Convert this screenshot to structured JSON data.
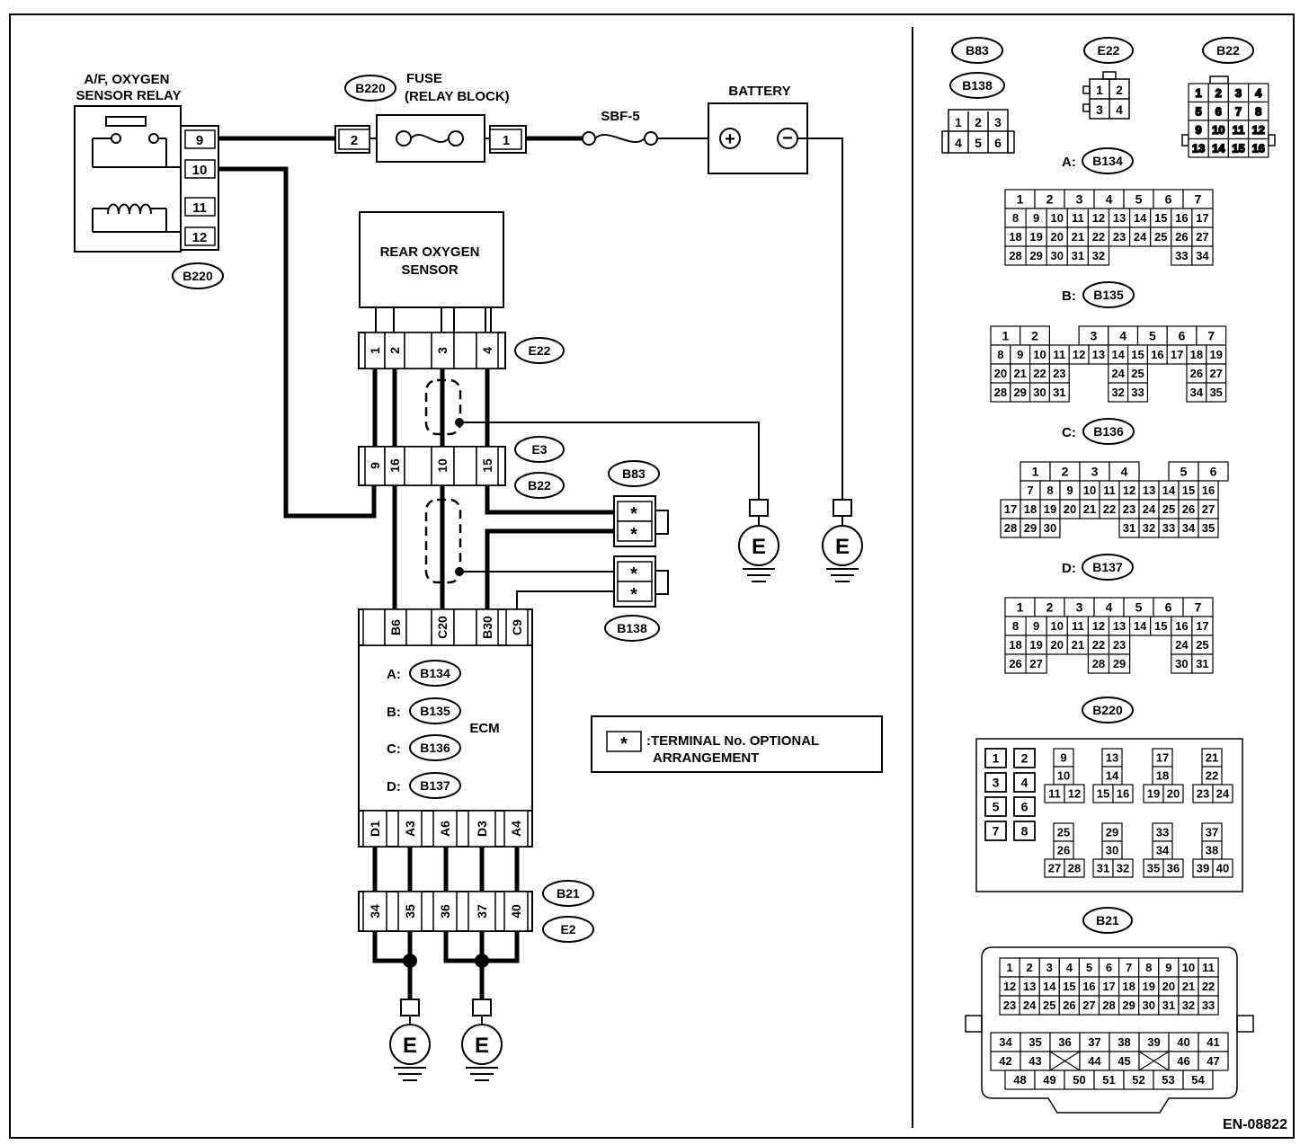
{
  "relay": {
    "title1": "A/F, OXYGEN",
    "title2": "SENSOR RELAY",
    "pins": [
      "9",
      "10",
      "11",
      "12"
    ],
    "connector": "B220"
  },
  "fuse": {
    "title1": "FUSE",
    "title2": "(RELAY BLOCK)",
    "connector": "B220",
    "pin_left": "2",
    "pin_right": "1"
  },
  "sbf": "SBF-5",
  "battery": {
    "label": "BATTERY",
    "plus": "+",
    "minus": "−"
  },
  "sensor": {
    "line1": "REAR OXYGEN",
    "line2": "SENSOR"
  },
  "e22_conn": {
    "tag": "E22",
    "pins": [
      "1",
      "2",
      "",
      "3",
      "",
      "4"
    ]
  },
  "e3_conn": {
    "tag1": "E3",
    "tag2": "B22",
    "pins": [
      "9",
      "16",
      "",
      "10",
      "",
      "15"
    ]
  },
  "optional": {
    "b83": "B83",
    "b138": "B138",
    "star": "*"
  },
  "ground": "E",
  "ecm": {
    "label": "ECM",
    "top_pins": [
      "",
      "B6",
      "",
      "C20",
      "",
      "B30",
      "C9"
    ],
    "bottom_pins": [
      "D1",
      "A3",
      "A6",
      "D3",
      "A4"
    ],
    "connectors": [
      {
        "letter": "A:",
        "tag": "B134"
      },
      {
        "letter": "B:",
        "tag": "B135"
      },
      {
        "letter": "C:",
        "tag": "B136"
      },
      {
        "letter": "D:",
        "tag": "B137"
      }
    ]
  },
  "b21_conn": {
    "tag1": "B21",
    "tag2": "E2",
    "pins": [
      "34",
      "35",
      "36",
      "37",
      "40"
    ]
  },
  "legend": {
    "star": "*",
    "line1": ":TERMINAL No. OPTIONAL",
    "line2": "ARRANGEMENT"
  },
  "footer": "EN-08822",
  "right": {
    "b83": "B83",
    "b138": "B138",
    "b83_rows": [
      [
        "1",
        "2",
        "3"
      ],
      [
        "4",
        "5",
        "6"
      ]
    ],
    "e22": "E22",
    "e22_rows": [
      [
        "1",
        "2"
      ],
      [
        "3",
        "4"
      ]
    ],
    "b22": "B22",
    "b22_rows": [
      [
        "1",
        "2",
        "3",
        "4"
      ],
      [
        "5",
        "6",
        "7",
        "8"
      ],
      [
        "9",
        "10",
        "11",
        "12"
      ],
      [
        "13",
        "14",
        "15",
        "16"
      ]
    ],
    "a_prefix": "A:",
    "a_tag": "B134",
    "a_rows": [
      [
        "1",
        "2",
        "3",
        "4",
        "5",
        "6",
        "7"
      ],
      [
        "8",
        "9",
        "10",
        "11",
        "12",
        "13",
        "14",
        "15",
        "16",
        "17"
      ],
      [
        "18",
        "19",
        "20",
        "21",
        "22",
        "23",
        "24",
        "25",
        "26",
        "27"
      ],
      [
        "28",
        "29",
        "30",
        "31",
        "32",
        "",
        "",
        "",
        "33",
        "34"
      ]
    ],
    "b_prefix": "B:",
    "b_tag": "B135",
    "b_rows": [
      [
        "1",
        "2",
        "",
        "3",
        "4",
        "5",
        "6",
        "7"
      ],
      [
        "8",
        "9",
        "10",
        "11",
        "12",
        "13",
        "14",
        "15",
        "16",
        "17",
        "18",
        "19"
      ],
      [
        "20",
        "21",
        "22",
        "23",
        "",
        "",
        "24",
        "25",
        "",
        "",
        "26",
        "27"
      ],
      [
        "28",
        "29",
        "30",
        "31",
        "",
        "",
        "32",
        "33",
        "",
        "",
        "34",
        "35"
      ]
    ],
    "c_prefix": "C:",
    "c_tag": "B136",
    "c_rows": [
      [
        "",
        "1",
        "2",
        "3",
        "4",
        "",
        "5",
        "6"
      ],
      [
        "",
        "7",
        "8",
        "9",
        "10",
        "11",
        "12",
        "13",
        "14",
        "15",
        "16"
      ],
      [
        "17",
        "18",
        "19",
        "20",
        "21",
        "22",
        "23",
        "24",
        "25",
        "26",
        "27"
      ],
      [
        "28",
        "29",
        "30",
        "",
        "",
        "",
        "31",
        "32",
        "33",
        "34",
        "35"
      ]
    ],
    "d_prefix": "D:",
    "d_tag": "B137",
    "d_rows": [
      [
        "1",
        "2",
        "3",
        "4",
        "5",
        "6",
        "7"
      ],
      [
        "8",
        "9",
        "10",
        "11",
        "12",
        "13",
        "14",
        "15",
        "16",
        "17"
      ],
      [
        "18",
        "19",
        "20",
        "21",
        "22",
        "23",
        "",
        "",
        "24",
        "25"
      ],
      [
        "26",
        "27",
        "",
        "",
        "28",
        "29",
        "",
        "",
        "30",
        "31"
      ]
    ],
    "b220": "B220",
    "b220_pins": [
      "1",
      "2",
      "3",
      "4",
      "5",
      "6",
      "7",
      "8",
      "9",
      "10",
      "11",
      "12",
      "13",
      "14",
      "15",
      "16",
      "17",
      "18",
      "19",
      "20",
      "21",
      "22",
      "23",
      "24",
      "25",
      "26",
      "27",
      "28",
      "29",
      "30",
      "31",
      "32",
      "33",
      "34",
      "35",
      "36",
      "37",
      "38",
      "39",
      "40"
    ],
    "b21": "B21",
    "b21_row1": [
      "1",
      "2",
      "3",
      "4",
      "5",
      "6",
      "7",
      "8",
      "9",
      "10",
      "11"
    ],
    "b21_row2": [
      "12",
      "13",
      "14",
      "15",
      "16",
      "17",
      "18",
      "19",
      "20",
      "21",
      "22"
    ],
    "b21_row3": [
      "23",
      "24",
      "25",
      "26",
      "27",
      "28",
      "29",
      "30",
      "31",
      "32",
      "33"
    ],
    "b21_row4": [
      "34",
      "35",
      "36",
      "37",
      "38",
      "39",
      "40",
      "41"
    ],
    "b21_row5": [
      "42",
      "43",
      "",
      "44",
      "45",
      "",
      "46",
      "47"
    ],
    "b21_row6": [
      "48",
      "49",
      "50",
      "51",
      "52",
      "53",
      "54"
    ]
  }
}
